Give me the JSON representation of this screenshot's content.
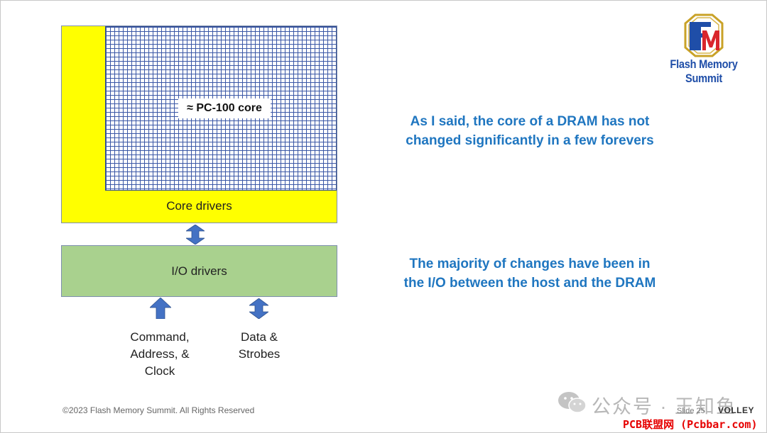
{
  "diagram": {
    "core_label": "≈ PC-100 core",
    "core_drivers_label": "Core drivers",
    "io_drivers_label": "I/O drivers",
    "command_label": "Command,\nAddress, &\nClock",
    "data_label": "Data &\nStrobes"
  },
  "callouts": {
    "first": "As I said, the core of a DRAM has not\nchanged significantly in a few forevers",
    "second": "The majority of changes have been in\nthe I/O between the host and the DRAM"
  },
  "branding": {
    "logo_text": "Flash Memory Summit",
    "vendor_mark": "VOLLEY"
  },
  "footer": {
    "copyright": "©2023 Flash Memory Summit. All Rights Reserved",
    "slide_number": "Slide 25"
  },
  "overlay": {
    "watermark": "公众号 · 王知鱼",
    "source_banner": "PCB联盟网 (Pcbbar.com)"
  },
  "colors": {
    "core_fill": "#ffff00",
    "io_fill": "#a9d18e",
    "arrow_fill": "#4472c4",
    "callout_text": "#1f76c0",
    "logo_blue": "#1f4ea8",
    "logo_red": "#d9262c",
    "logo_gold": "#c9a227"
  },
  "icons": {
    "core_io_arrow": "double-vertical-arrow-icon",
    "command_arrow": "up-arrow-icon",
    "data_arrow": "double-vertical-arrow-icon",
    "wechat": "wechat-icon"
  }
}
